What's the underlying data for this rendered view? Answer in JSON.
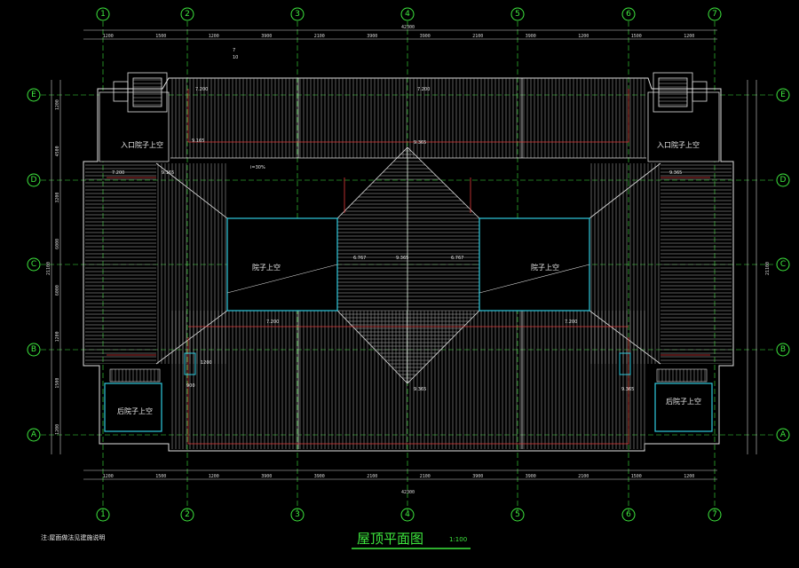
{
  "drawing": {
    "title": "屋顶平面图",
    "scale": "1:100",
    "note": "注:屋面做法见建施说明",
    "axes": {
      "columns": [
        "1",
        "2",
        "3",
        "4",
        "5",
        "6",
        "7"
      ],
      "rows": [
        "A",
        "B",
        "C",
        "D",
        "E"
      ]
    },
    "dimensions": {
      "top_overall": "42300",
      "top_segments": [
        "1200",
        "1500",
        "1200",
        "3900",
        "2100",
        "3900",
        "3900",
        "2100",
        "3900",
        "1200",
        "1500",
        "1200"
      ],
      "bottom_overall": "42300",
      "bottom_segments": [
        "1200",
        "1500",
        "1200",
        "3900",
        "3900",
        "2100",
        "2100",
        "3900",
        "3900",
        "2100",
        "1500",
        "1200"
      ],
      "side_overall": "21100",
      "side_segments": [
        "1200",
        "4500",
        "3200",
        "6000",
        "6000",
        "1200",
        "1500",
        "1200"
      ]
    },
    "labels": {
      "courtyard_left": "院子上空",
      "courtyard_right": "院子上空",
      "entry_left": "入口院子上空",
      "entry_right": "入口院子上空",
      "rear_left": "后院子上空",
      "rear_right": "后院子上空",
      "ridge_center_top": "9.365",
      "ridge_center_bottom": "9.365",
      "ridge_center_mid": "9.365",
      "eave_left_top": "7.200",
      "eave_center_top": "7.200",
      "eave_left_mid": "7.200",
      "eave_left_bottom": "7.200",
      "eave_right_bottom": "7.200",
      "level_left": "9.165",
      "level_left2": "9.165",
      "level_right": "9.365",
      "level_right2": "9.365",
      "level_mid_left": "6.767",
      "level_mid_right": "6.767",
      "slope_tag": "i=30%",
      "detail_ref": "10",
      "detail_ref_no": "7",
      "dim_1200": "1200",
      "dim_900": "900"
    }
  }
}
